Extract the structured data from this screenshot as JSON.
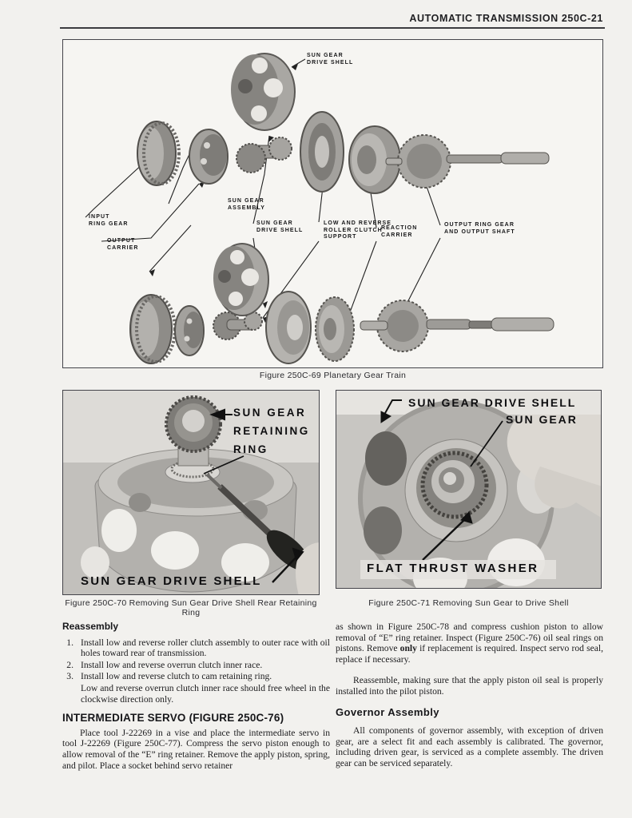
{
  "header": {
    "title": "AUTOMATIC TRANSMISSION  250C-21"
  },
  "figure69": {
    "caption": "Figure 250C-69 Planetary Gear Train",
    "labels": [
      {
        "text": "SUN GEAR\nDRIVE SHELL"
      },
      {
        "text": "INPUT\nRING GEAR"
      },
      {
        "text": "OUTPUT\nCARRIER"
      },
      {
        "text": "SUN GEAR\nASSEMBLY"
      },
      {
        "text": "SUN GEAR\nDRIVE SHELL"
      },
      {
        "text": "LOW AND REVERSE\nROLLER CLUTCH\nSUPPORT"
      },
      {
        "text": "REACTION\nCARRIER"
      },
      {
        "text": "OUTPUT RING GEAR\nAND OUTPUT SHAFT"
      }
    ]
  },
  "figure70": {
    "caption": "Figure 250C-70 Removing Sun Gear Drive Shell Rear Retaining\nRing",
    "label_sun_gear": "SUN GEAR",
    "label_retaining": "RETAINING",
    "label_ring": "RING",
    "label_drive_shell": "SUN GEAR DRIVE SHELL"
  },
  "figure71": {
    "caption": "Figure 250C-71 Removing Sun Gear to Drive Shell",
    "label_drive_shell": "SUN GEAR DRIVE SHELL",
    "label_sun_gear": "SUN GEAR",
    "label_thrust_washer": "FLAT THRUST WASHER"
  },
  "left_column": {
    "reassembly_heading": "Reassembly",
    "steps": [
      {
        "num": "1.",
        "text": "Install low and reverse roller clutch assembly to outer race with oil holes toward rear of transmission."
      },
      {
        "num": "2.",
        "text": "Install low and reverse overrun clutch inner race."
      },
      {
        "num": "3.",
        "text": "Install low and reverse clutch to cam retaining ring."
      }
    ],
    "step3_note": "Low and reverse overrun clutch inner race should free wheel in the clockwise direction only.",
    "servo_heading": "INTERMEDIATE SERVO (FIGURE 250C-76)",
    "servo_para": "Place tool J-22269 in a vise and place the intermediate servo in tool J-22269 (Figure 250C-77). Compress the servo piston enough to allow removal of the “E” ring retainer. Remove the apply piston, spring, and pilot. Place a socket behind servo retainer"
  },
  "right_column": {
    "para1_before": "as shown in Figure 250C-78 and compress cushion piston to allow removal of “E” ring retainer. Inspect (Figure 250C-76) oil seal rings on pistons. Remove ",
    "para1_bold": "only",
    "para1_after": " if replacement is required. Inspect servo rod seal, replace if necessary.",
    "para2": "Reassemble, making sure that the apply piston oil seal is properly installed into the pilot piston.",
    "governor_heading": "Governor Assembly",
    "para3": "All components of governor assembly, with exception of driven gear, are a select fit and each assembly is calibrated. The governor, including driven gear, is serviced as a complete assembly. The driven gear can be serviced separately."
  },
  "colors": {
    "paper": "#f2f1ee",
    "ink": "#1c1c1e",
    "border": "#44444a",
    "photo_gray": "#c7c5c1"
  }
}
